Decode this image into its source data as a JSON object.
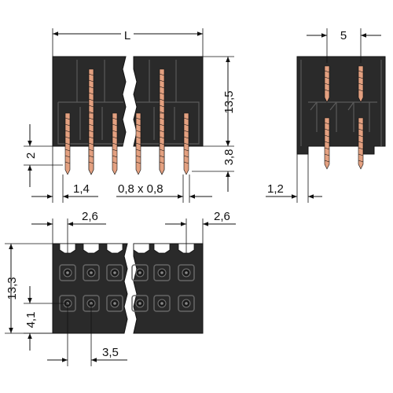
{
  "dimensions": {
    "length_label": "L",
    "pitch_side": "5",
    "height_total": "13,5",
    "pin_depth": "2",
    "pin_width": "1,4",
    "pin_section": "0,8 x 0,8",
    "pin_length": "3,8",
    "side_offset": "1,2",
    "top_pitch_left": "2,6",
    "top_pitch_right": "2,6",
    "bottom_height": "13,3",
    "row_pitch": "4,1",
    "column_pitch": "3,5"
  },
  "colors": {
    "housing": "#2a2a2a",
    "pin": "#e3a080",
    "line": "#111111"
  }
}
